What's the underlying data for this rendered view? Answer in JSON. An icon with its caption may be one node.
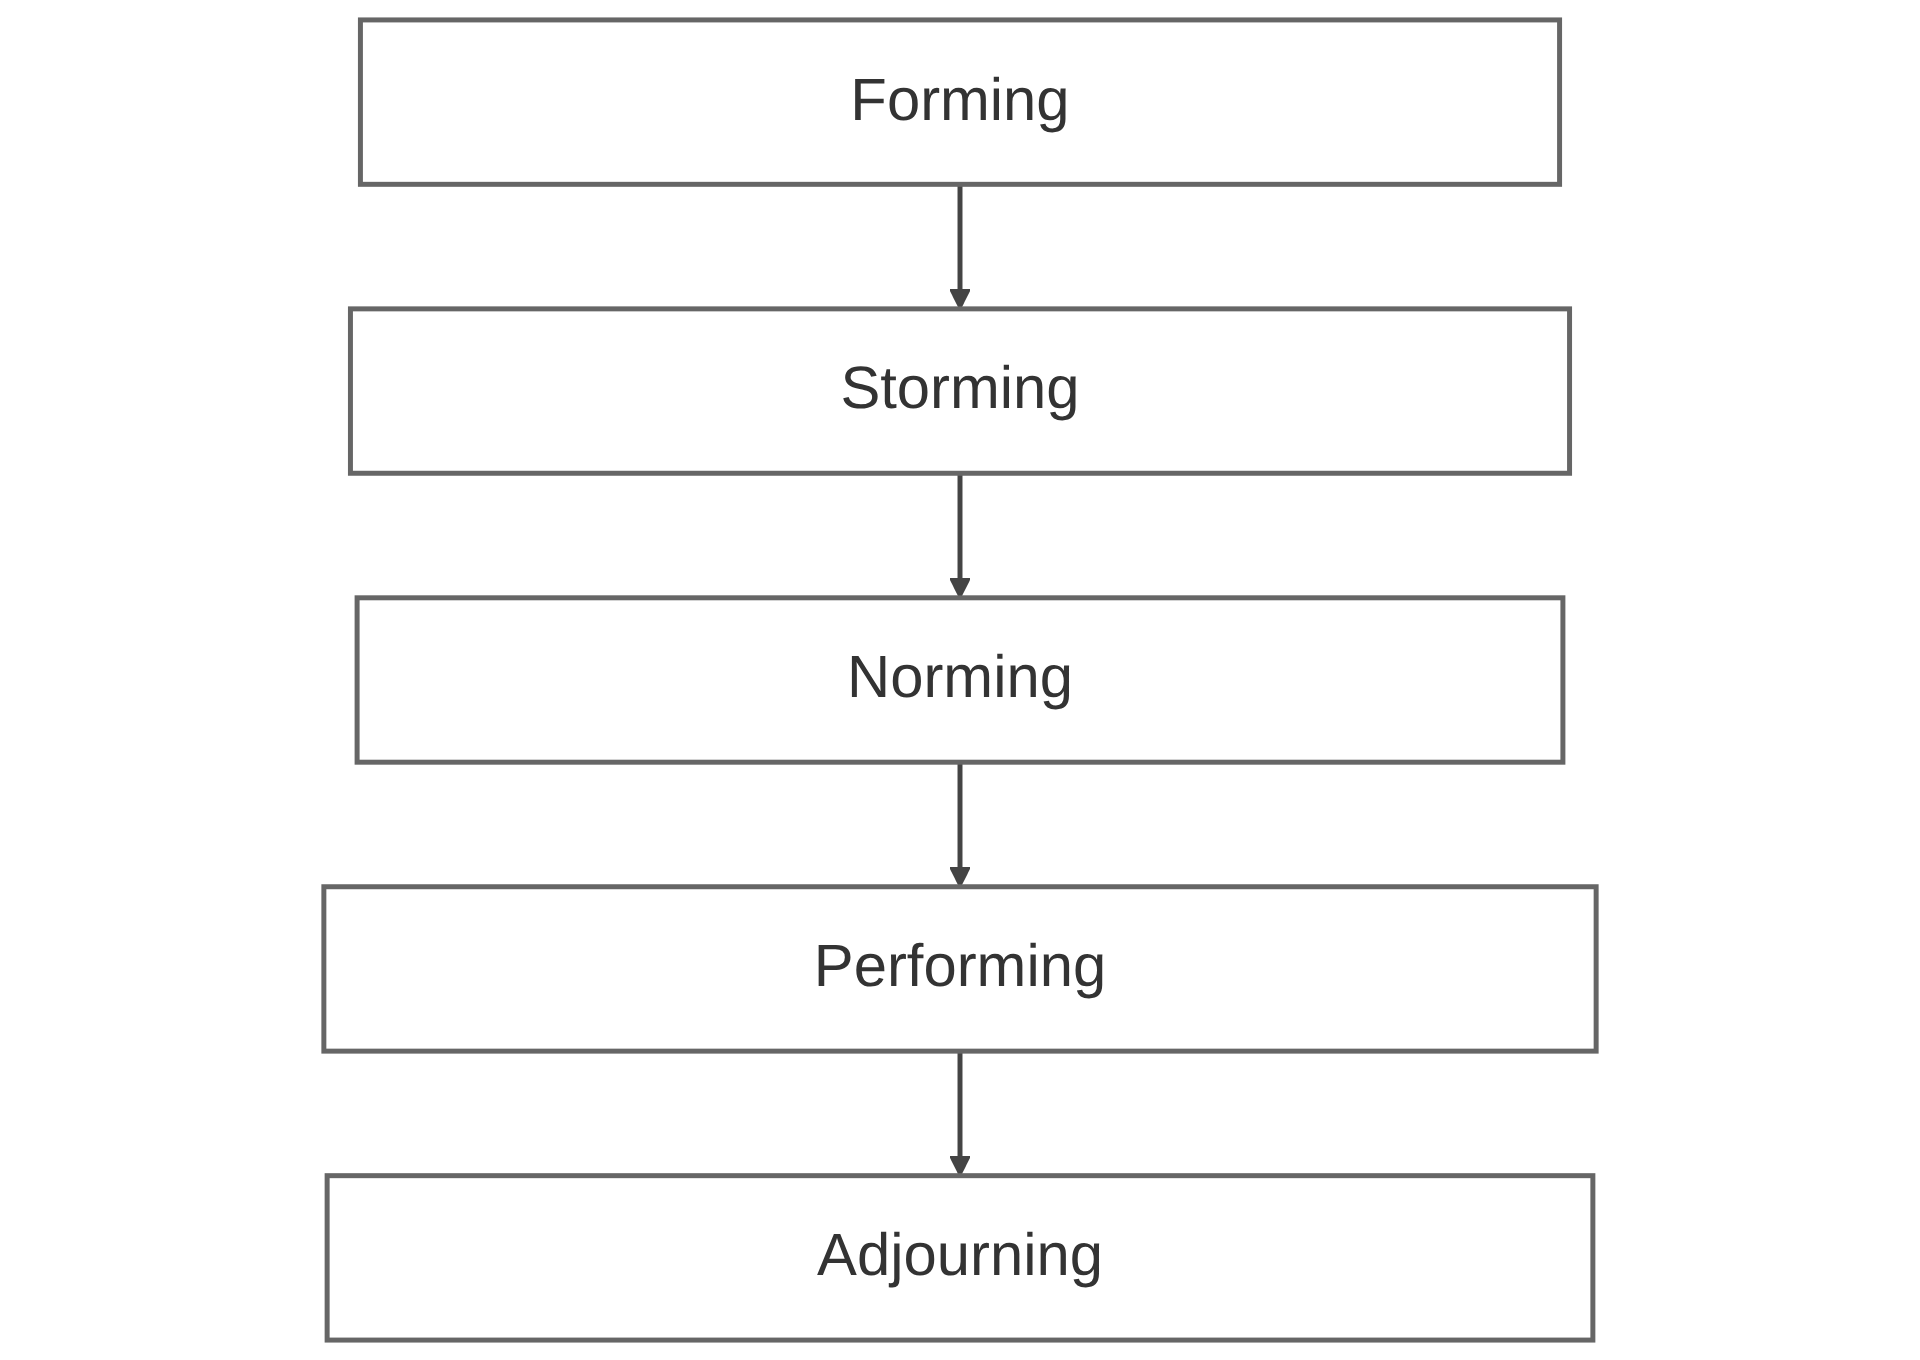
{
  "diagram": {
    "nodes": [
      {
        "text": [
          "Forming"
        ]
      },
      {
        "text": [
          "Storming"
        ]
      },
      {
        "text": [
          "Norming"
        ]
      },
      {
        "text": [
          "Performing"
        ]
      },
      {
        "text": [
          "Adjourning"
        ]
      }
    ],
    "edges": [
      {
        "from": 0,
        "to": 1,
        "arrow": "to"
      },
      {
        "from": 1,
        "to": 2,
        "arrow": "to"
      },
      {
        "from": 2,
        "to": 3,
        "arrow": "to"
      },
      {
        "from": 3,
        "to": 4,
        "arrow": "to"
      }
    ]
  }
}
